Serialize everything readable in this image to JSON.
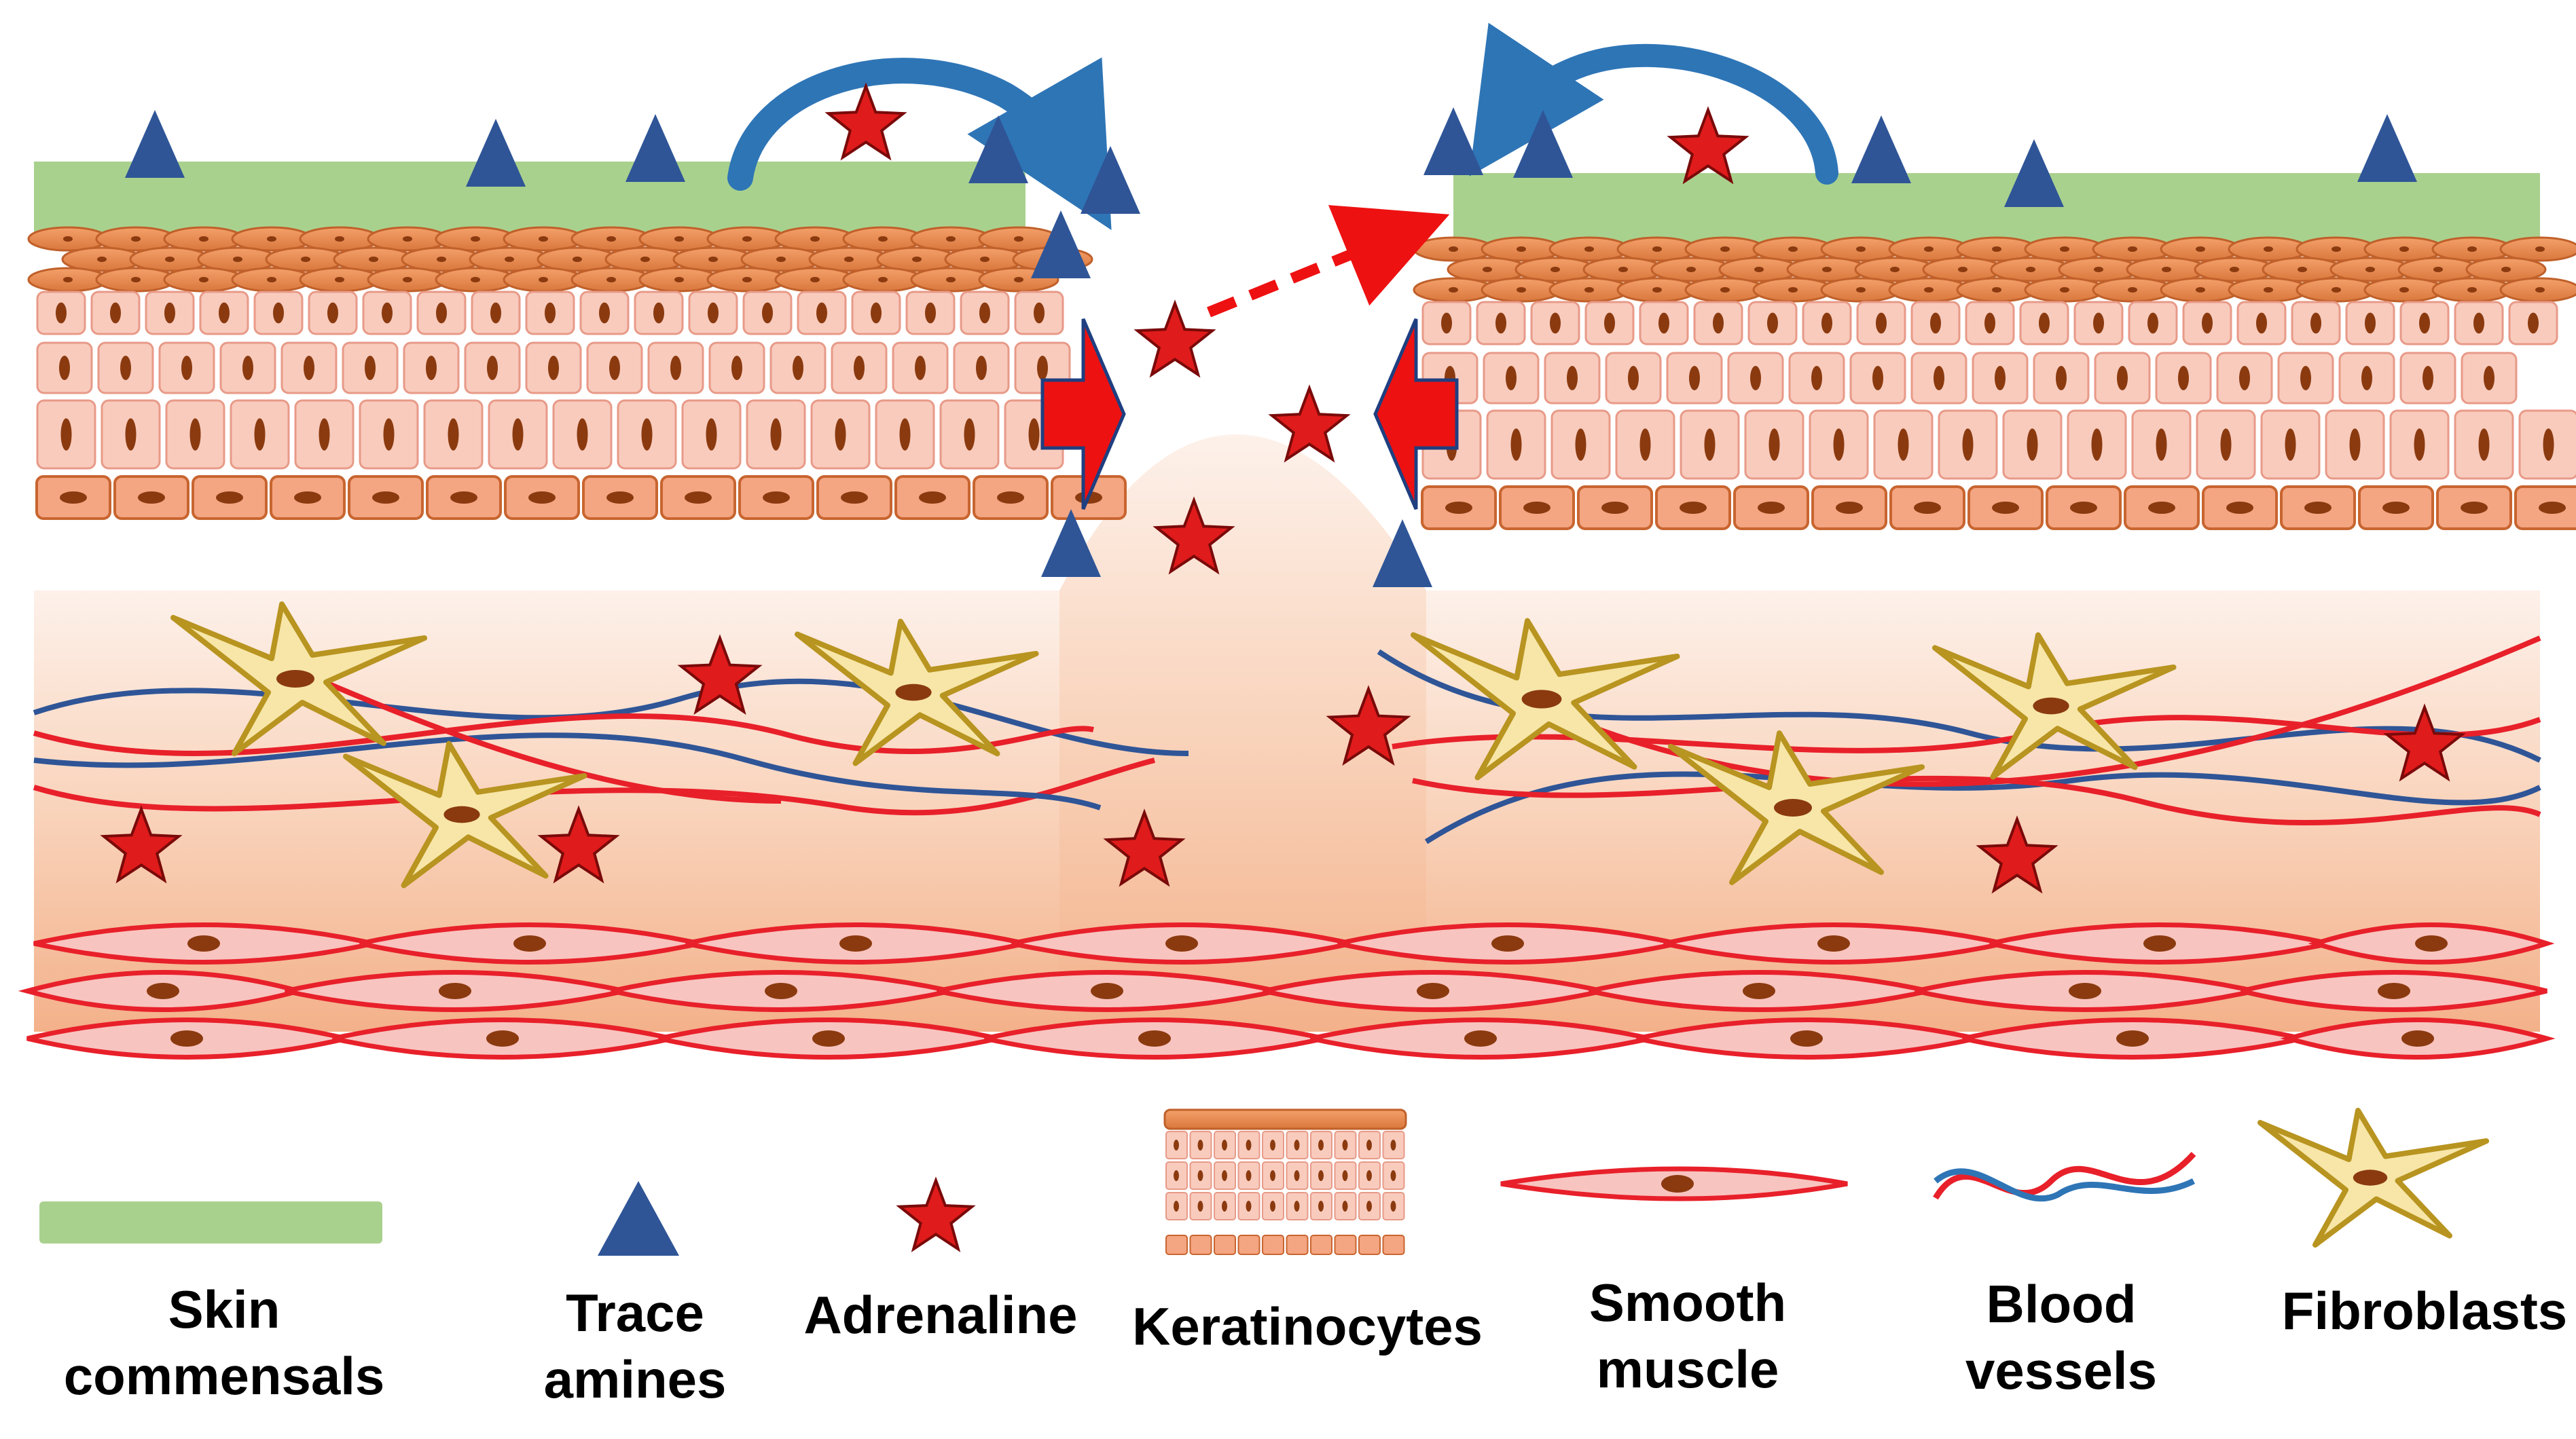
{
  "legend": {
    "commensals": {
      "line1": "Skin",
      "line2": "commensals"
    },
    "amines": {
      "line1": "Trace",
      "line2": "amines"
    },
    "adrenaline": {
      "line1": "Adrenaline"
    },
    "keratinocytes": {
      "line1": "Keratinocytes"
    },
    "muscle": {
      "line1": "Smooth",
      "line2": "muscle"
    },
    "vessels": {
      "line1": "Blood",
      "line2": "vessels"
    },
    "fibroblasts": {
      "line1": "Fibroblasts"
    }
  },
  "colors": {
    "commensal_green": "#a9d18e",
    "amine_blue": "#2f5597",
    "adrenaline_red": "#e01b1b",
    "keratinocyte_orange": "#f4a582",
    "keratinocyte_pink": "#f8cbbd",
    "nucleus_brown": "#8b3a0f",
    "muscle_red": "#e8202a",
    "muscle_fill": "#f8c4c0",
    "vessel_blue": "#2f5597",
    "vessel_red": "#e8202a",
    "fibroblast_fill": "#f7e6a8",
    "fibroblast_edge": "#b89420",
    "arrow_blue": "#2e75b6",
    "wound_arrow_red": "#ee1111"
  }
}
